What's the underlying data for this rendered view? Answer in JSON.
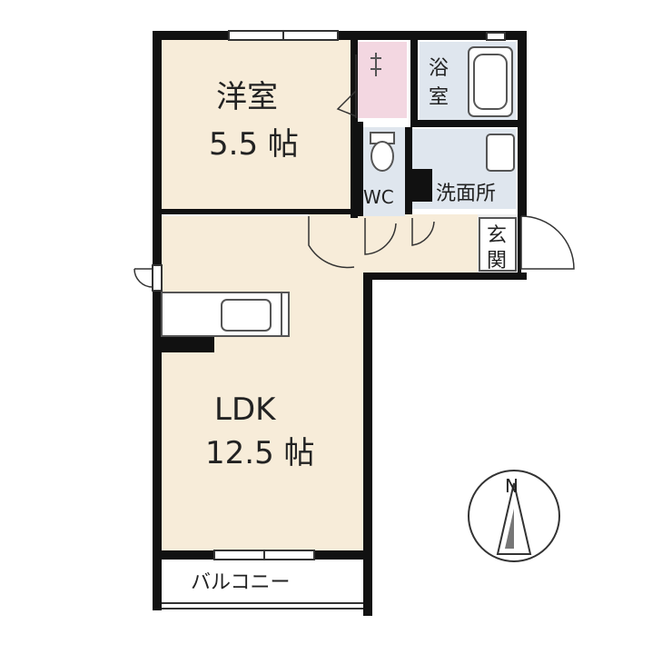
{
  "rooms": {
    "western": {
      "name": "洋室",
      "size": "5.5 帖"
    },
    "ldk": {
      "name": "LDK",
      "size": "12.5 帖"
    },
    "bath_line1": "浴",
    "bath_line2": "室",
    "wc": "WC",
    "washroom": "洗面所",
    "entrance_line1": "玄",
    "entrance_line2": "関",
    "balcony": "バルコニー"
  },
  "compass": {
    "north_label": "N"
  },
  "colors": {
    "floor": "#f7ecd9",
    "wet_area": "#dfe6ee",
    "closet": "#f3d7e1",
    "wall": "#111111",
    "outline": "#555555"
  }
}
